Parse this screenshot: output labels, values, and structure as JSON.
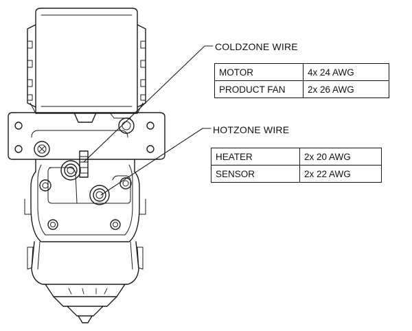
{
  "coldzone": {
    "title": "COLDZONE WIRE",
    "rows": [
      {
        "label": "MOTOR",
        "value": "4x 24 AWG"
      },
      {
        "label": "PRODUCT FAN",
        "value": "2x 26 AWG"
      }
    ]
  },
  "hotzone": {
    "title": "HOTZONE WIRE",
    "rows": [
      {
        "label": "HEATER",
        "value": "2x 20 AWG"
      },
      {
        "label": "SENSOR",
        "value": "2x 22 AWG"
      }
    ]
  }
}
